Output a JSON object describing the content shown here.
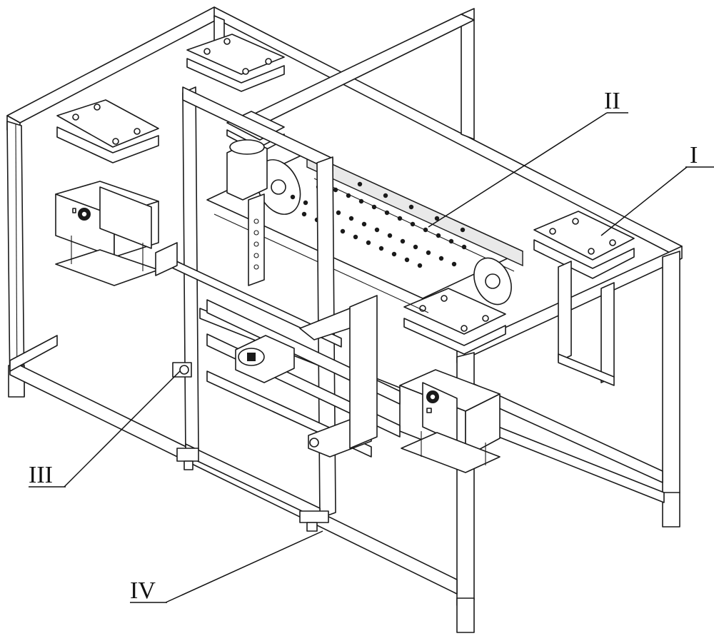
{
  "labels": {
    "I": "I",
    "II": "II",
    "III": "III",
    "IV": "IV"
  }
}
